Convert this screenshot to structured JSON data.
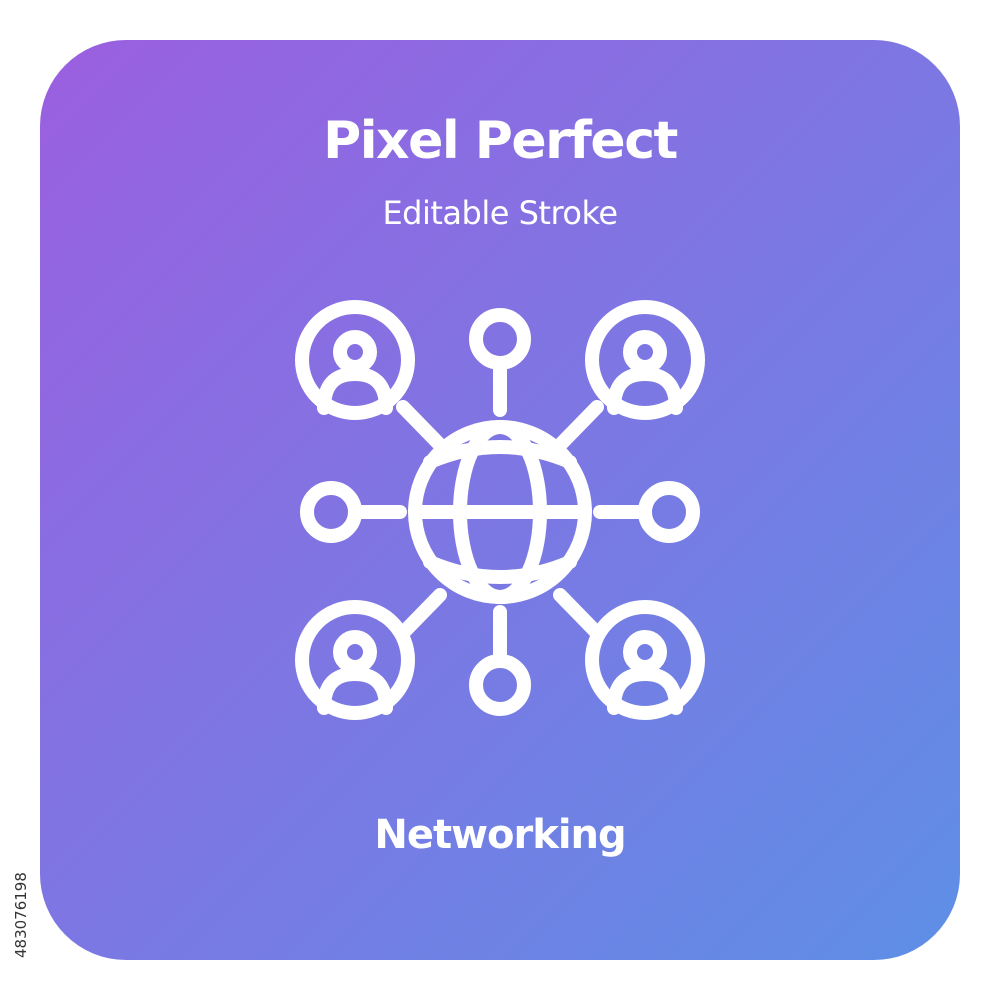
{
  "card": {
    "gradient_start": "#9b5fe0",
    "gradient_end": "#5e8fe6"
  },
  "title": "Pixel Perfect",
  "subtitle": "Editable Stroke",
  "icon": {
    "name": "networking-globe-icon",
    "stroke_color": "#ffffff"
  },
  "caption": "Networking",
  "stock_id": "483076198"
}
